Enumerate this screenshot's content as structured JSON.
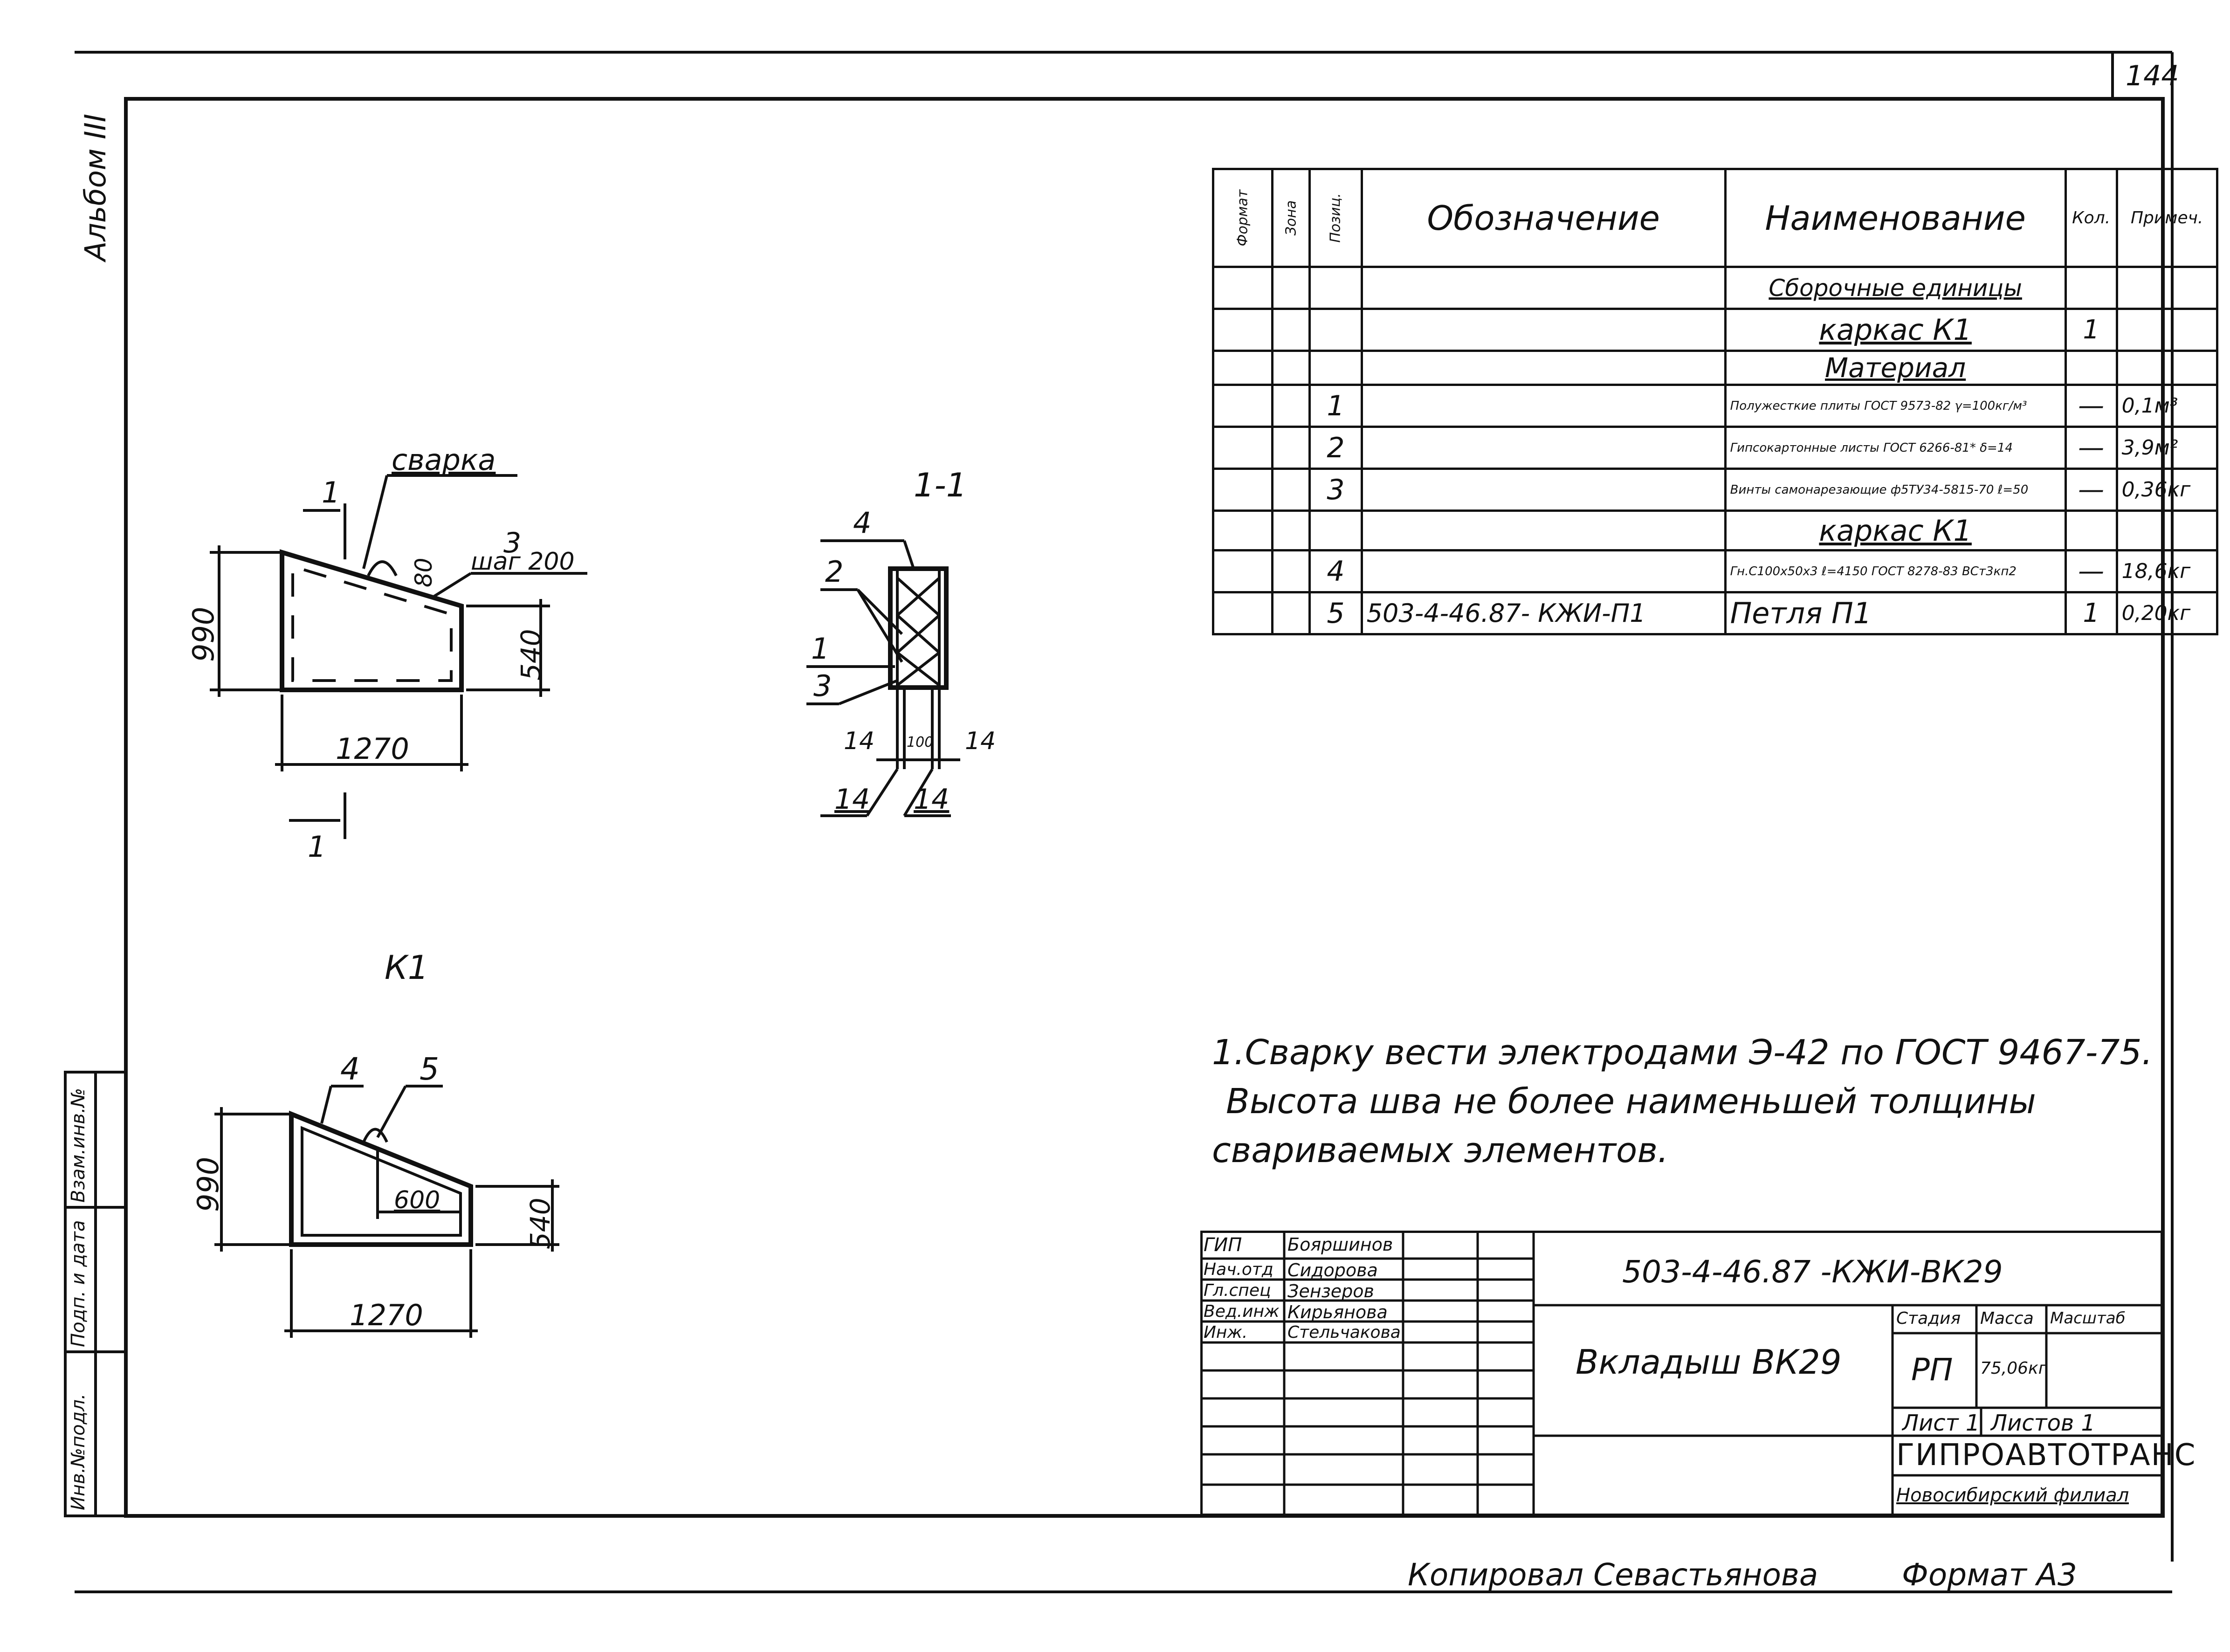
{
  "sheet": {
    "sheet_number": "144",
    "album_label": "Альбом III",
    "copied_by": "Копировал Севастьянова",
    "format": "Формат А3"
  },
  "left_stamp": [
    "Инв.№подл.",
    "Подп. и дата",
    "Взам.инв.№"
  ],
  "spec_table": {
    "headers": {
      "format": "Формат",
      "zone": "Зона",
      "position": "Позиц.",
      "designation": "Обозначение",
      "name": "Наименование",
      "qty": "Кол.",
      "note": "Примеч."
    },
    "rows": [
      {
        "pos": "",
        "designation": "",
        "name": "Сборочные единицы",
        "qty": "",
        "note": "",
        "underline": true
      },
      {
        "pos": "",
        "designation": "",
        "name": "каркас К1",
        "qty": "1",
        "note": "",
        "underline": true
      },
      {
        "pos": "",
        "designation": "",
        "name": "Материал",
        "qty": "",
        "note": "",
        "underline": true
      },
      {
        "pos": "1",
        "designation": "",
        "name": "Полужесткие плиты ГОСТ 9573-82 γ=100кг/м³",
        "qty": "—",
        "note": "0,1м³"
      },
      {
        "pos": "2",
        "designation": "",
        "name": "Гипсокартонные листы ГОСТ 6266-81* δ=14",
        "qty": "—",
        "note": "3,9м²"
      },
      {
        "pos": "3",
        "designation": "",
        "name": "Винты самонарезающие ф5ТУ34-5815-70 ℓ=50",
        "qty": "—",
        "note": "0,36кг"
      },
      {
        "pos": "",
        "designation": "",
        "name": "каркас К1",
        "qty": "",
        "note": "",
        "underline": true
      },
      {
        "pos": "4",
        "designation": "",
        "name": "Гн.С100х50х3 ℓ=4150 ГОСТ 8278-83 ВСт3кп2",
        "qty": "—",
        "note": "18,6кг"
      },
      {
        "pos": "5",
        "designation": "503-4-46.87- КЖИ-П1",
        "name": "Петля П1",
        "qty": "1",
        "note": "0,20кг"
      }
    ]
  },
  "view_main": {
    "weld_label": "сварка",
    "section_mark": "1",
    "dim_height": "990",
    "dim_width": "1270",
    "dim_right": "540",
    "dim_80": "80",
    "callout_num": "3",
    "callout_step": "шаг 200"
  },
  "section_view": {
    "title": "1-1",
    "callouts": [
      "4",
      "2",
      "1",
      "3"
    ],
    "dims_top": [
      "14",
      "100",
      "14"
    ],
    "dims_bottom": [
      "14",
      "14"
    ]
  },
  "view_k1": {
    "title": "К1",
    "callouts": [
      "4",
      "5"
    ],
    "dim_height": "990",
    "dim_width": "1270",
    "dim_right": "540",
    "dim_600": "600"
  },
  "notes": [
    "1.Сварку вести электродами Э-42 по ГОСТ 9467-75.",
    "Высота шва не более наименьшей толщины",
    "свариваемых элементов."
  ],
  "title_block": {
    "code": "503-4-46.87   -КЖИ-ВК29",
    "title": "Вкладыш ВК29",
    "roles": [
      {
        "role": "ГИП",
        "name": "Бояршинов"
      },
      {
        "role": "Нач.отд",
        "name": "Сидорова"
      },
      {
        "role": "Гл.спец",
        "name": "Зензеров"
      },
      {
        "role": "Вед.инж",
        "name": "Кирьянова"
      },
      {
        "role": "Инж.",
        "name": "Стельчакова"
      }
    ],
    "stage_label": "Стадия",
    "mass_label": "Масса",
    "scale_label": "Масштаб",
    "stage": "РП",
    "mass": "75,06кг",
    "sheet_label": "Лист 1",
    "sheets_label": "Листов 1",
    "org": "ГИПРОАВТОТРАНС",
    "branch": "Новосибирский филиал"
  }
}
